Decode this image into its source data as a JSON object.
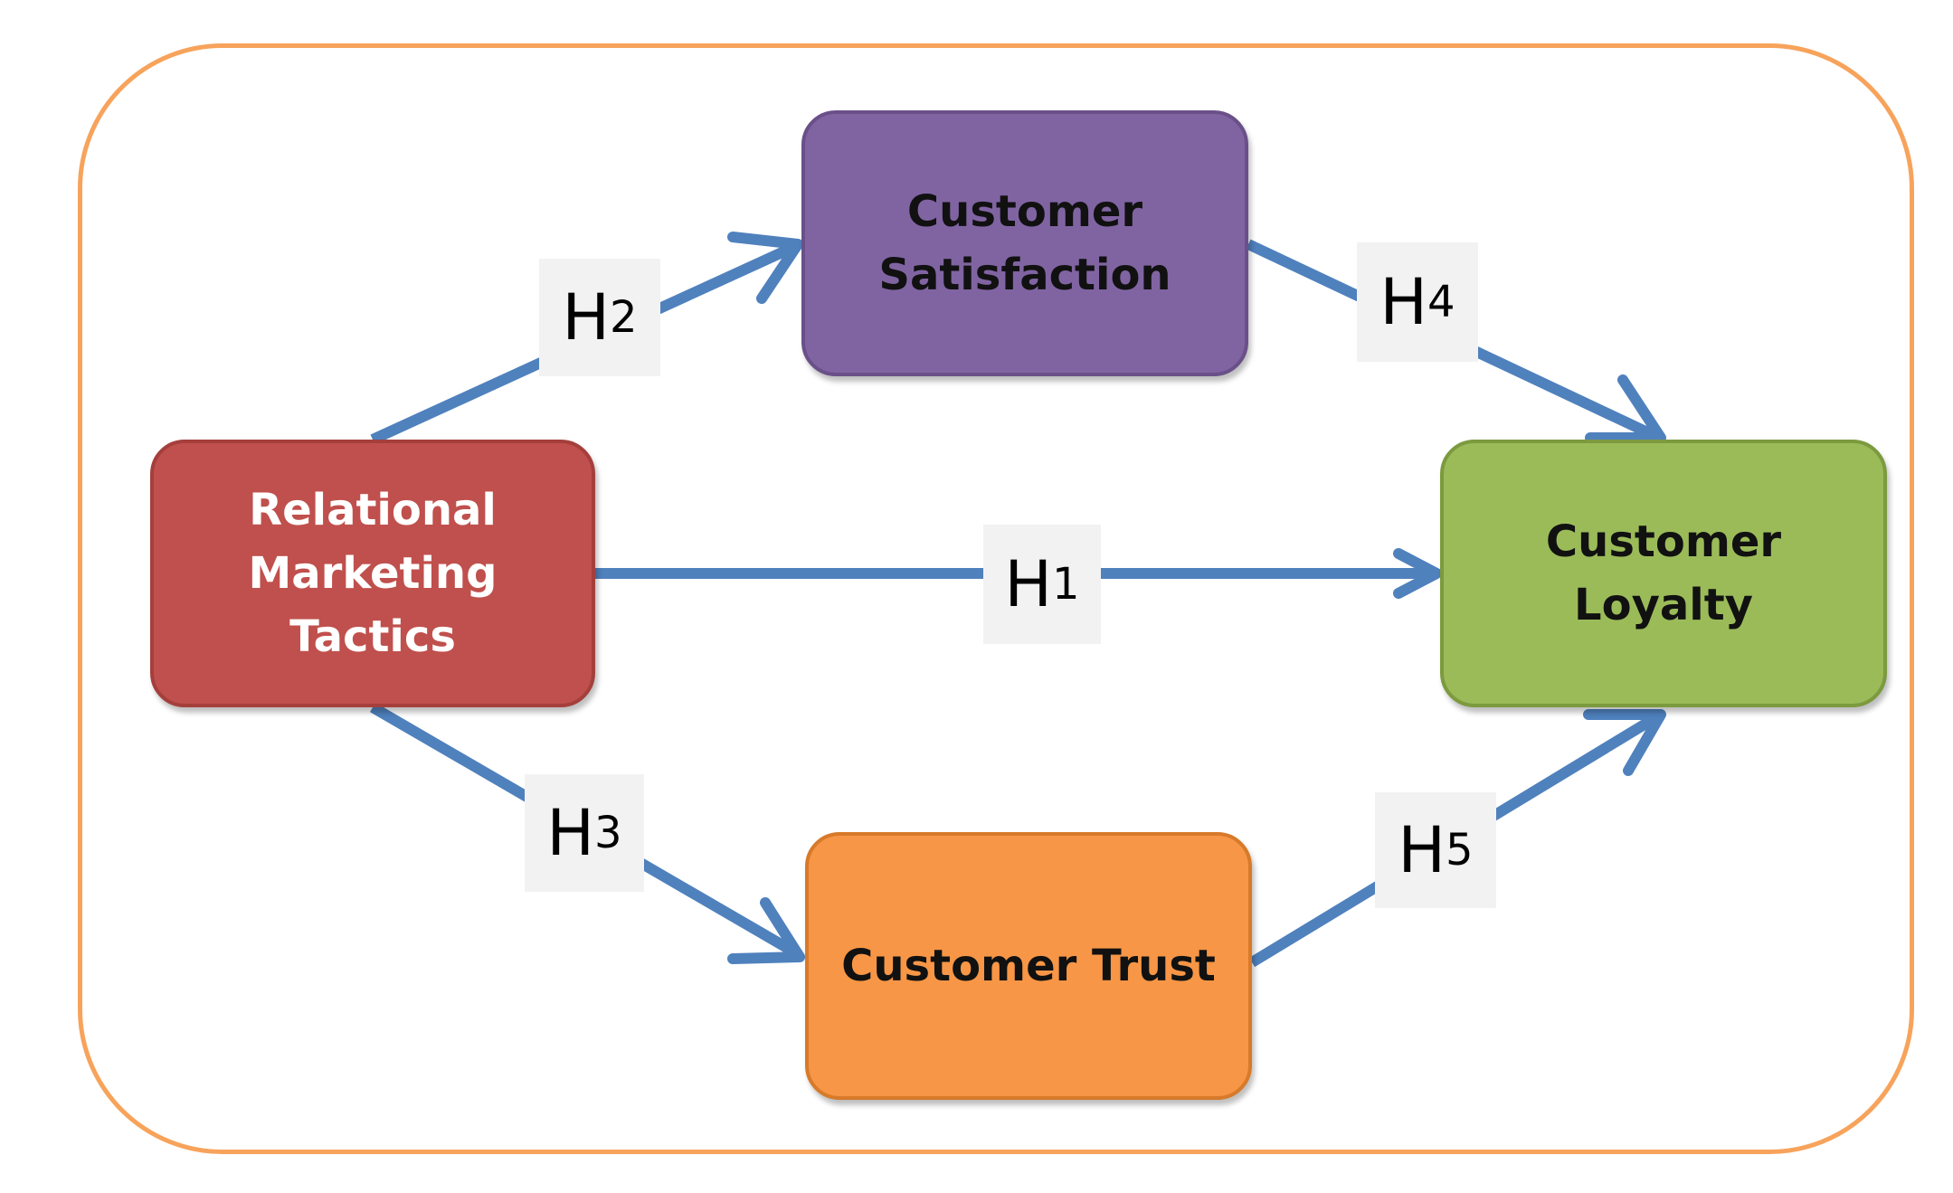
{
  "nodes": {
    "relational_marketing_tactics": "Relational Marketing Tactics",
    "customer_satisfaction": "Customer Satisfaction",
    "customer_loyalty": "Customer Loyalty",
    "customer_trust": "Customer Trust"
  },
  "hypotheses": [
    {
      "letter": "H",
      "index": "1",
      "from": "Relational Marketing Tactics",
      "to": "Customer Loyalty"
    },
    {
      "letter": "H",
      "index": "2",
      "from": "Relational Marketing Tactics",
      "to": "Customer Satisfaction"
    },
    {
      "letter": "H",
      "index": "3",
      "from": "Relational Marketing Tactics",
      "to": "Customer Trust"
    },
    {
      "letter": "H",
      "index": "4",
      "from": "Customer Satisfaction",
      "to": "Customer Loyalty"
    },
    {
      "letter": "H",
      "index": "5",
      "from": "Customer Trust",
      "to": "Customer Loyalty"
    }
  ],
  "colors": {
    "frame_border": "#f7a35b",
    "arrow": "#4f81bd",
    "relational_marketing_tactics": "#c0504d",
    "customer_satisfaction": "#8064a2",
    "customer_loyalty": "#9bbb59",
    "customer_trust": "#f79646",
    "label_background": "#f2f2f2"
  }
}
